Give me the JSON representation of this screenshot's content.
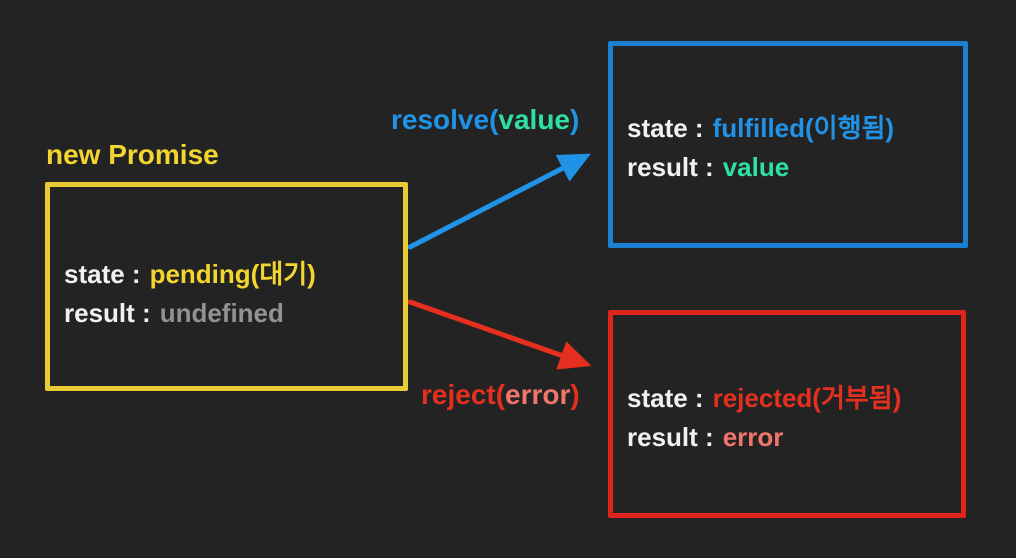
{
  "colors": {
    "background": "#232323",
    "yellow_border": "#e9cb33",
    "yellow_text": "#f2d52e",
    "blue": "#2193e6",
    "blue_border": "#1d7fd1",
    "teal": "#2fe0a2",
    "red": "#e5301f",
    "red_border": "#df241b",
    "salmon": "#f0756a",
    "white": "#f1f1f1",
    "gray": "#929292"
  },
  "pending_box": {
    "title": "new Promise",
    "state_label": "state :",
    "state_value": "pending(대기)",
    "result_label": "result :",
    "result_value": "undefined"
  },
  "fulfilled_box": {
    "state_label": "state :",
    "state_value": "fulfilled(이행됨)",
    "result_label": "result :",
    "result_value": "value"
  },
  "rejected_box": {
    "state_label": "state :",
    "state_value": "rejected(거부됨)",
    "result_label": "result :",
    "result_value": "error"
  },
  "resolve_label": {
    "prefix": "resolve(",
    "arg": "value",
    "suffix": ")"
  },
  "reject_label": {
    "prefix": "reject(",
    "arg": "error",
    "suffix": ")"
  }
}
